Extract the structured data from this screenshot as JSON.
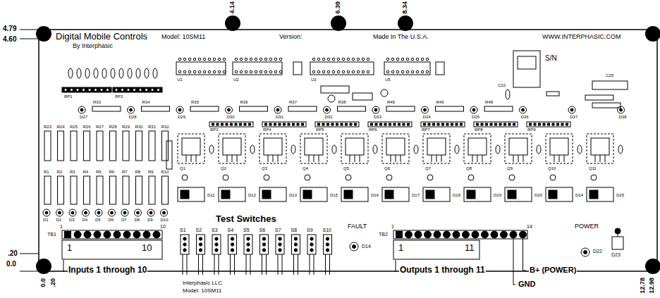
{
  "diagram": {
    "labels": [
      "4.79",
      "4.60",
      ".20",
      "0.0",
      "4.14",
      "6.39",
      "8.34",
      "0.0",
      ".20",
      "12.78",
      "12.98",
      "Digital Mobile Controls",
      "By Interphasic",
      "Model: 10SM11",
      "Version:",
      "Made In The U.S.A.",
      "WWW.INTERPHASIC.COM",
      "S/N",
      "Test Switches",
      "FAULT",
      "D14",
      "POWER",
      "D22",
      "D23",
      "TB1",
      "1",
      "10",
      "1",
      "10",
      "TB2",
      "1",
      "14",
      "1",
      "11",
      "Inputs 1 through 10",
      "Outputs 1 through 11",
      "B+ (POWER)",
      "GND",
      "Interphasic LLC",
      "Model: 10SM11",
      "S1",
      "S2",
      "S3",
      "S4",
      "S5",
      "S6",
      "S7",
      "S8",
      "S9",
      "S10",
      "R23",
      "R24",
      "R25",
      "R26",
      "R27",
      "R28",
      "R29",
      "R30",
      "R31",
      "R32",
      "R1",
      "R2",
      "R3",
      "R4",
      "R5",
      "R6",
      "R7",
      "R8",
      "R9",
      "R10",
      "D1",
      "D2",
      "D3",
      "D4",
      "D5",
      "D6",
      "D7",
      "D8",
      "D9",
      "D10",
      "Q1",
      "Q2",
      "Q3",
      "Q4",
      "Q5",
      "Q6",
      "Q7",
      "Q8",
      "Q9",
      "Q10",
      "Q11",
      "D27",
      "D28",
      "D29",
      "D30",
      "D31",
      "D32",
      "D33",
      "D34",
      "D35",
      "D36",
      "D37",
      "D38",
      "R33",
      "R34",
      "R35",
      "R36",
      "R37",
      "R38",
      "R45",
      "R46",
      "R48",
      "RP1",
      "RP2",
      "RP3",
      "RP4",
      "RP5",
      "RP6",
      "RP7",
      "RP8",
      "RP9",
      "U1",
      "U2",
      "U3",
      "U5",
      "C25",
      "C22",
      "D11",
      "D12",
      "D13",
      "D15",
      "D16",
      "D17",
      "D18",
      "D19",
      "D20",
      "D24",
      "D25"
    ]
  }
}
